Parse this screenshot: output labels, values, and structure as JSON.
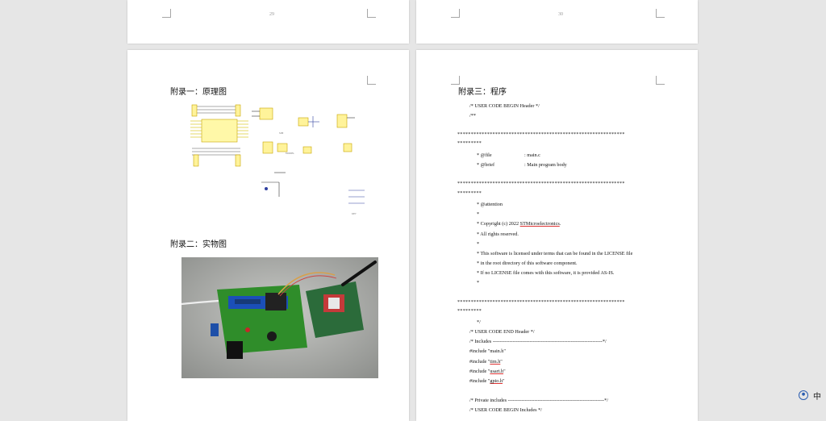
{
  "pages": {
    "top_left_number": "29",
    "top_right_number": "30"
  },
  "left_page": {
    "appendix1_title": "附录一：原理图",
    "appendix2_title": "附录二：实物图"
  },
  "right_page": {
    "appendix3_title": "附录三：程序",
    "lines": {
      "l1": "/* USER CODE BEGIN Header */",
      "l2": "/**",
      "stars1a": "**************************************************************",
      "stars1b": "*********",
      "file_key": "* @file",
      "file_val": ": main.c",
      "brief_key": "* @brief",
      "brief_val": ": Main program body",
      "stars2a": "**************************************************************",
      "stars2b": "*********",
      "attention": "* @attention",
      "star1": "*",
      "copyright_pre": "* Copyright (c) 2022 ",
      "copyright_co": "STMicroelectronics",
      "copyright_post": ".",
      "rights": "* All rights reserved.",
      "star2": "*",
      "lic1": "* This software is licensed under terms that can be found in the LICENSE file",
      "lic2": "* in the root directory of this software component.",
      "lic3": "* If no LICENSE file comes with this software, it is provided AS-IS.",
      "star3": "*",
      "stars3a": "**************************************************************",
      "stars3b": "*********",
      "endc": "*/",
      "end_header": "/* USER CODE END Header */",
      "includes": "/* Includes ------------------------------------------------------------------*/",
      "inc_main": "#include \"main.h\"",
      "inc_tim_pre": "#include \"",
      "inc_tim": "tim.h",
      "inc_usart_pre": "#include \"",
      "inc_usart": "usart.h",
      "inc_gpio_pre": "#include \"",
      "inc_gpio": "gpio.h",
      "private_includes": "/* Private includes ----------------------------------------------------------*/",
      "begin_includes": "/* USER CODE BEGIN Includes */",
      "quote": "\""
    }
  },
  "ime": {
    "language": "中"
  }
}
